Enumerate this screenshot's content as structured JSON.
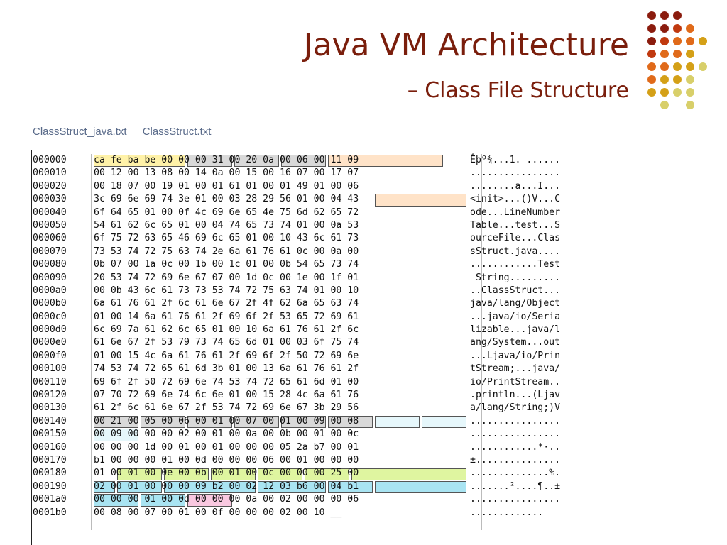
{
  "title": "Java VM Architecture",
  "subtitle": "– Class File Structure",
  "links": [
    {
      "label": "ClassStruct_java.txt"
    },
    {
      "label": "ClassStruct.txt"
    }
  ],
  "colors": {
    "title": "#7a1e0c",
    "dot_dark": "#8b1c0e",
    "dot_red": "#c0390f",
    "dot_orange": "#e06a1a",
    "dot_gold": "#d4a017",
    "dot_light": "#d8cf6a",
    "hl_yellow": "#fff2a8",
    "hl_gray": "#d9d9d9",
    "hl_orange": "#ffe3c8",
    "hl_cyan": "#a9e4f2",
    "hl_green": "#dff5a0",
    "hl_pink": "#f9c8e0"
  },
  "dump": {
    "rows": [
      {
        "offset": "000000",
        "hex": "ca fe ba be 00 00 00 31 00 20 0a 00 06 00 11 09",
        "ascii": "Êþº¾...1. ......"
      },
      {
        "offset": "000010",
        "hex": "00 12 00 13 08 00 14 0a 00 15 00 16 07 00 17 07",
        "ascii": "................"
      },
      {
        "offset": "000020",
        "hex": "00 18 07 00 19 01 00 01 61 01 00 01 49 01 00 06",
        "ascii": "........a...I..."
      },
      {
        "offset": "000030",
        "hex": "3c 69 6e 69 74 3e 01 00 03 28 29 56 01 00 04 43",
        "ascii": "<init>...()V...C"
      },
      {
        "offset": "000040",
        "hex": "6f 64 65 01 00 0f 4c 69 6e 65 4e 75 6d 62 65 72",
        "ascii": "ode...LineNumber"
      },
      {
        "offset": "000050",
        "hex": "54 61 62 6c 65 01 00 04 74 65 73 74 01 00 0a 53",
        "ascii": "Table...test...S"
      },
      {
        "offset": "000060",
        "hex": "6f 75 72 63 65 46 69 6c 65 01 00 10 43 6c 61 73",
        "ascii": "ourceFile...Clas"
      },
      {
        "offset": "000070",
        "hex": "73 53 74 72 75 63 74 2e 6a 61 76 61 0c 00 0a 00",
        "ascii": "sStruct.java...."
      },
      {
        "offset": "000080",
        "hex": "0b 07 00 1a 0c 00 1b 00 1c 01 00 0b 54 65 73 74",
        "ascii": "............Test"
      },
      {
        "offset": "000090",
        "hex": "20 53 74 72 69 6e 67 07 00 1d 0c 00 1e 00 1f 01",
        "ascii": " String........."
      },
      {
        "offset": "0000a0",
        "hex": "00 0b 43 6c 61 73 73 53 74 72 75 63 74 01 00 10",
        "ascii": "..ClassStruct..."
      },
      {
        "offset": "0000b0",
        "hex": "6a 61 76 61 2f 6c 61 6e 67 2f 4f 62 6a 65 63 74",
        "ascii": "java/lang/Object"
      },
      {
        "offset": "0000c0",
        "hex": "01 00 14 6a 61 76 61 2f 69 6f 2f 53 65 72 69 61",
        "ascii": "...java/io/Seria"
      },
      {
        "offset": "0000d0",
        "hex": "6c 69 7a 61 62 6c 65 01 00 10 6a 61 76 61 2f 6c",
        "ascii": "lizable...java/l"
      },
      {
        "offset": "0000e0",
        "hex": "61 6e 67 2f 53 79 73 74 65 6d 01 00 03 6f 75 74",
        "ascii": "ang/System...out"
      },
      {
        "offset": "0000f0",
        "hex": "01 00 15 4c 6a 61 76 61 2f 69 6f 2f 50 72 69 6e",
        "ascii": "...Ljava/io/Prin"
      },
      {
        "offset": "000100",
        "hex": "74 53 74 72 65 61 6d 3b 01 00 13 6a 61 76 61 2f",
        "ascii": "tStream;...java/"
      },
      {
        "offset": "000110",
        "hex": "69 6f 2f 50 72 69 6e 74 53 74 72 65 61 6d 01 00",
        "ascii": "io/PrintStream.."
      },
      {
        "offset": "000120",
        "hex": "07 70 72 69 6e 74 6c 6e 01 00 15 28 4c 6a 61 76",
        "ascii": ".println...(Ljav"
      },
      {
        "offset": "000130",
        "hex": "61 2f 6c 61 6e 67 2f 53 74 72 69 6e 67 3b 29 56",
        "ascii": "a/lang/String;)V"
      },
      {
        "offset": "000140",
        "hex": "00 21 00 05 00 06 00 01 00 07 00 01 00 09 00 08",
        "ascii": "................"
      },
      {
        "offset": "000150",
        "hex": "00 09 00 00 00 02 00 01 00 0a 00 0b 00 01 00 0c",
        "ascii": "................"
      },
      {
        "offset": "000160",
        "hex": "00 00 00 1d 00 01 00 01 00 00 00 05 2a b7 00 01",
        "ascii": "............*·.."
      },
      {
        "offset": "000170",
        "hex": "b1 00 00 00 01 00 0d 00 00 00 06 00 01 00 00 00",
        "ascii": "±..............."
      },
      {
        "offset": "000180",
        "hex": "01 00 01 00 0e 00 0b 00 01 00 0c 00 00 00 25 00",
        "ascii": "..............%."
      },
      {
        "offset": "000190",
        "hex": "02 00 01 00 00 00 09 b2 00 02 12 03 b6 00 04 b1",
        "ascii": ".......²....¶..±"
      },
      {
        "offset": "0001a0",
        "hex": "00 00 00 01 00 0d 00 00 00 0a 00 02 00 00 00 06",
        "ascii": "................"
      },
      {
        "offset": "0001b0",
        "hex": "00 08 00 07 00 01 00 0f 00 00 00 02 00 10 __",
        "ascii": "............."
      }
    ]
  }
}
